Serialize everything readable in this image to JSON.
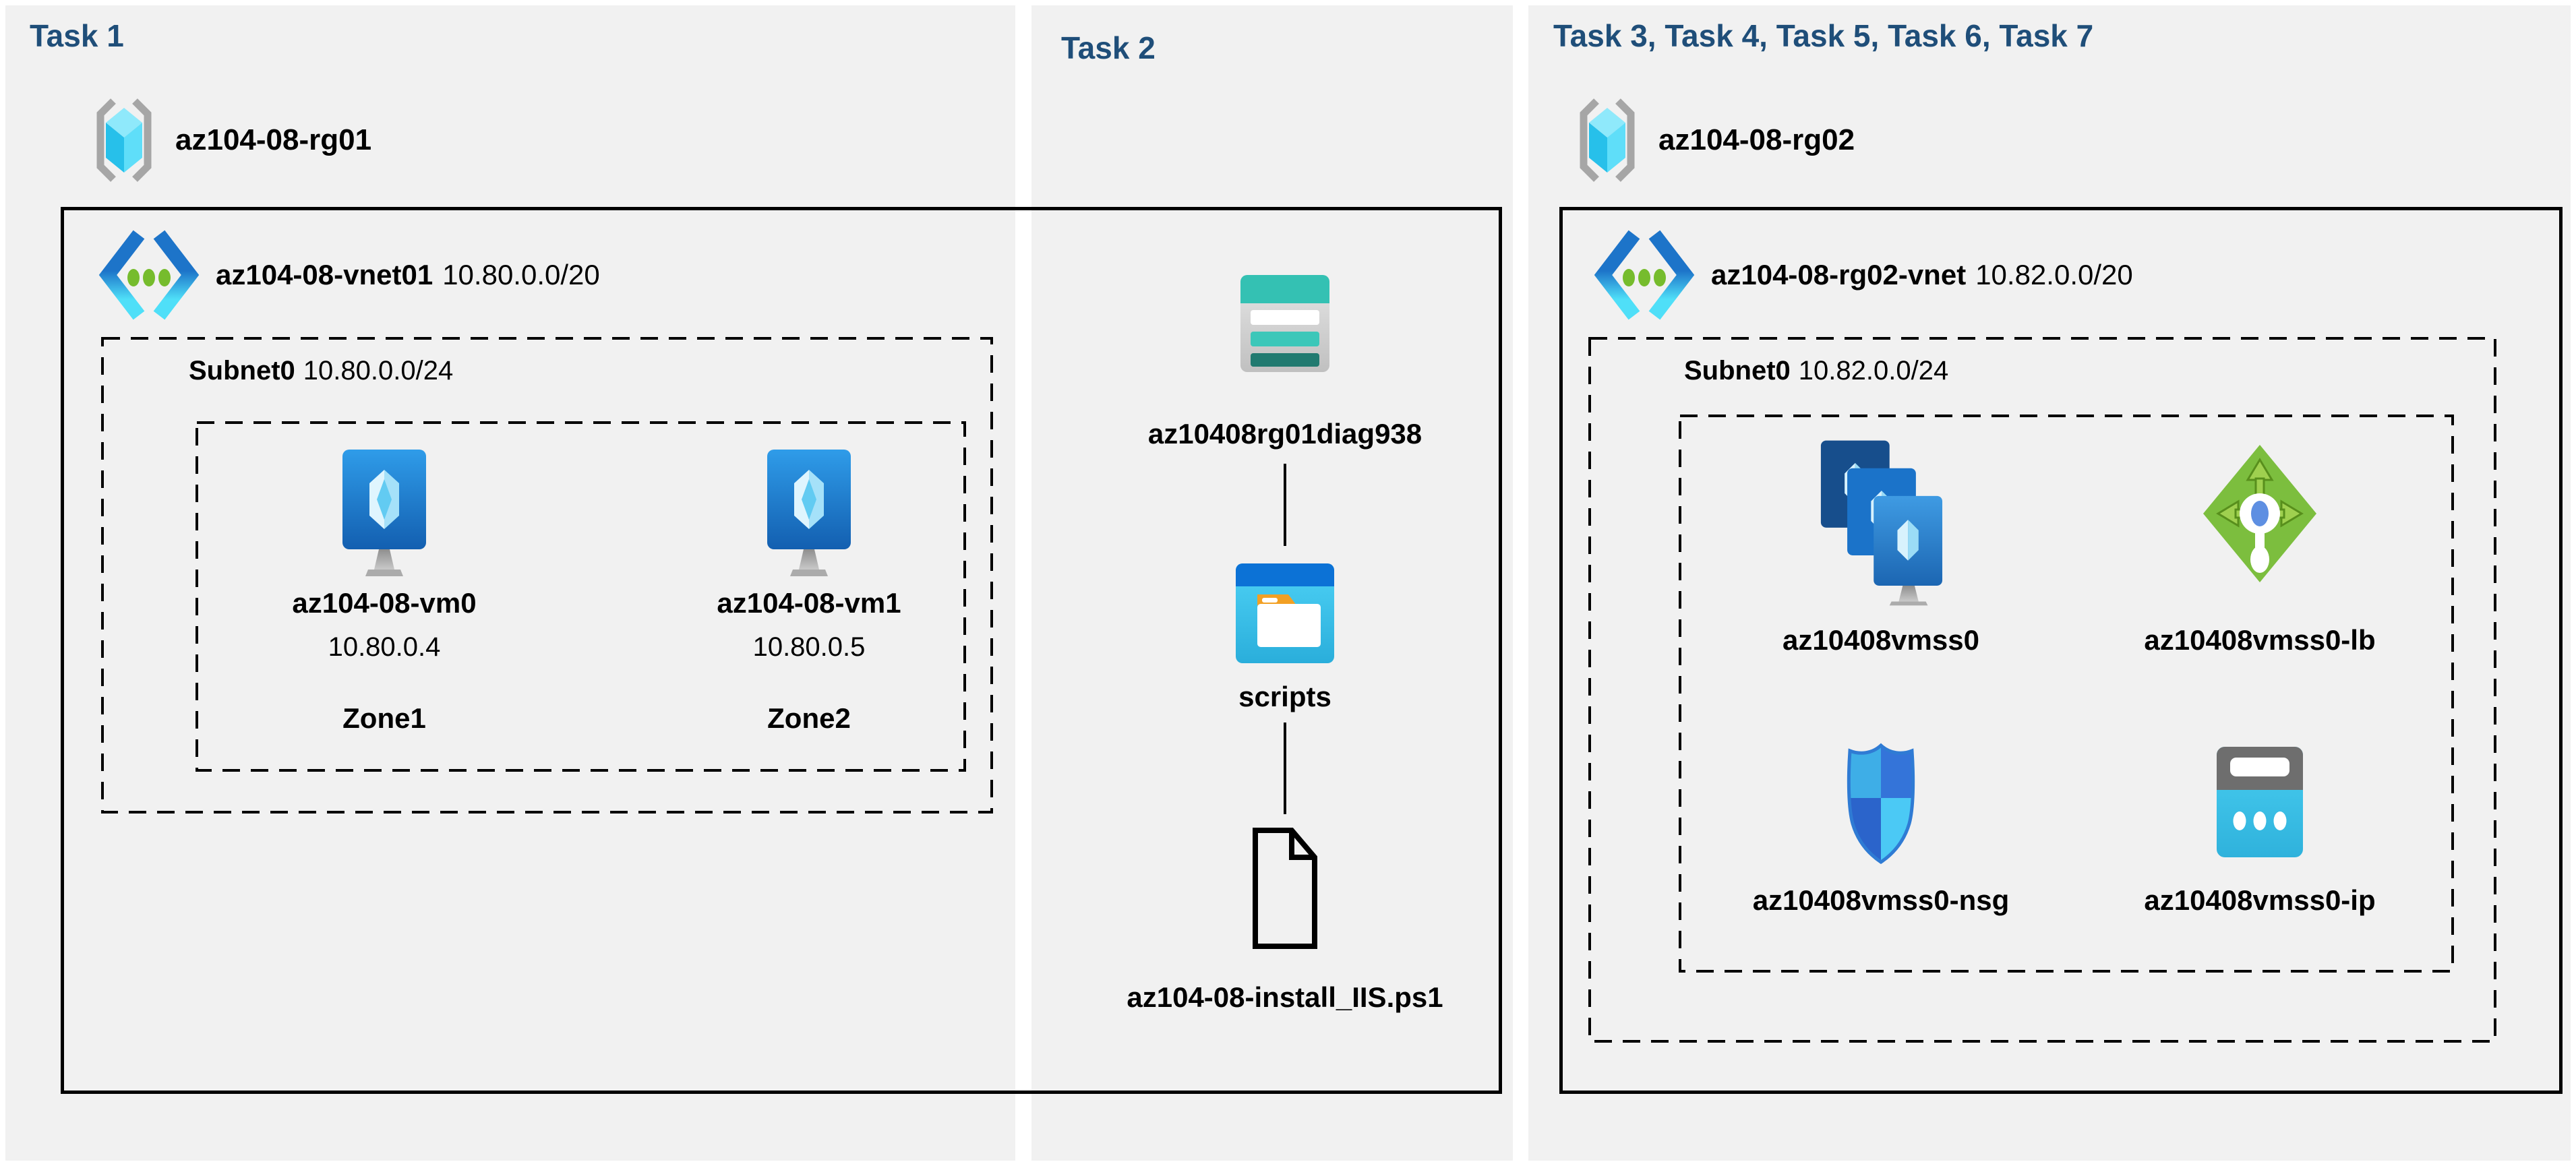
{
  "colors": {
    "panel_bg": "#f1f1f1",
    "header_text": "#1f4e79",
    "box_border": "#000000",
    "vnet_blue": "#1d74c9",
    "vnet_cyan": "#4fdff8",
    "azure_green_dots": "#76bc2d",
    "vm_blue": "#1f6fbe",
    "storage_teal": "#34c1b3",
    "blob_header_blue": "#0c72d6",
    "lb_green": "#7cbe3e",
    "ip_cyan": "#39c1e8",
    "nsg_blue": "#3474d9"
  },
  "task1": {
    "header": "Task 1",
    "resource_group": "az104-08-rg01",
    "vnet_name": "az104-08-vnet01",
    "vnet_cidr": "10.80.0.0/20",
    "subnet_name": "Subnet0",
    "subnet_cidr": "10.80.0.0/24",
    "vms": [
      {
        "name": "az104-08-vm0",
        "ip": "10.80.0.4",
        "zone": "Zone1",
        "icon": "virtual-machine"
      },
      {
        "name": "az104-08-vm1",
        "ip": "10.80.0.5",
        "zone": "Zone2",
        "icon": "virtual-machine"
      }
    ]
  },
  "task2": {
    "header": "Task 2",
    "storage_account": "az10408rg01diag938",
    "container": "scripts",
    "script_file": "az104-08-install_IIS.ps1"
  },
  "task3": {
    "header": "Task 3, Task 4, Task 5, Task 6, Task 7",
    "resource_group": "az104-08-rg02",
    "vnet_name": "az104-08-rg02-vnet",
    "vnet_cidr": "10.82.0.0/20",
    "subnet_name": "Subnet0",
    "subnet_cidr": "10.82.0.0/24",
    "resources": [
      {
        "name": "az10408vmss0",
        "icon": "vm-scale-set"
      },
      {
        "name": "az10408vmss0-lb",
        "icon": "load-balancer"
      },
      {
        "name": "az10408vmss0-nsg",
        "icon": "network-security-group"
      },
      {
        "name": "az10408vmss0-ip",
        "icon": "public-ip-address"
      }
    ]
  }
}
